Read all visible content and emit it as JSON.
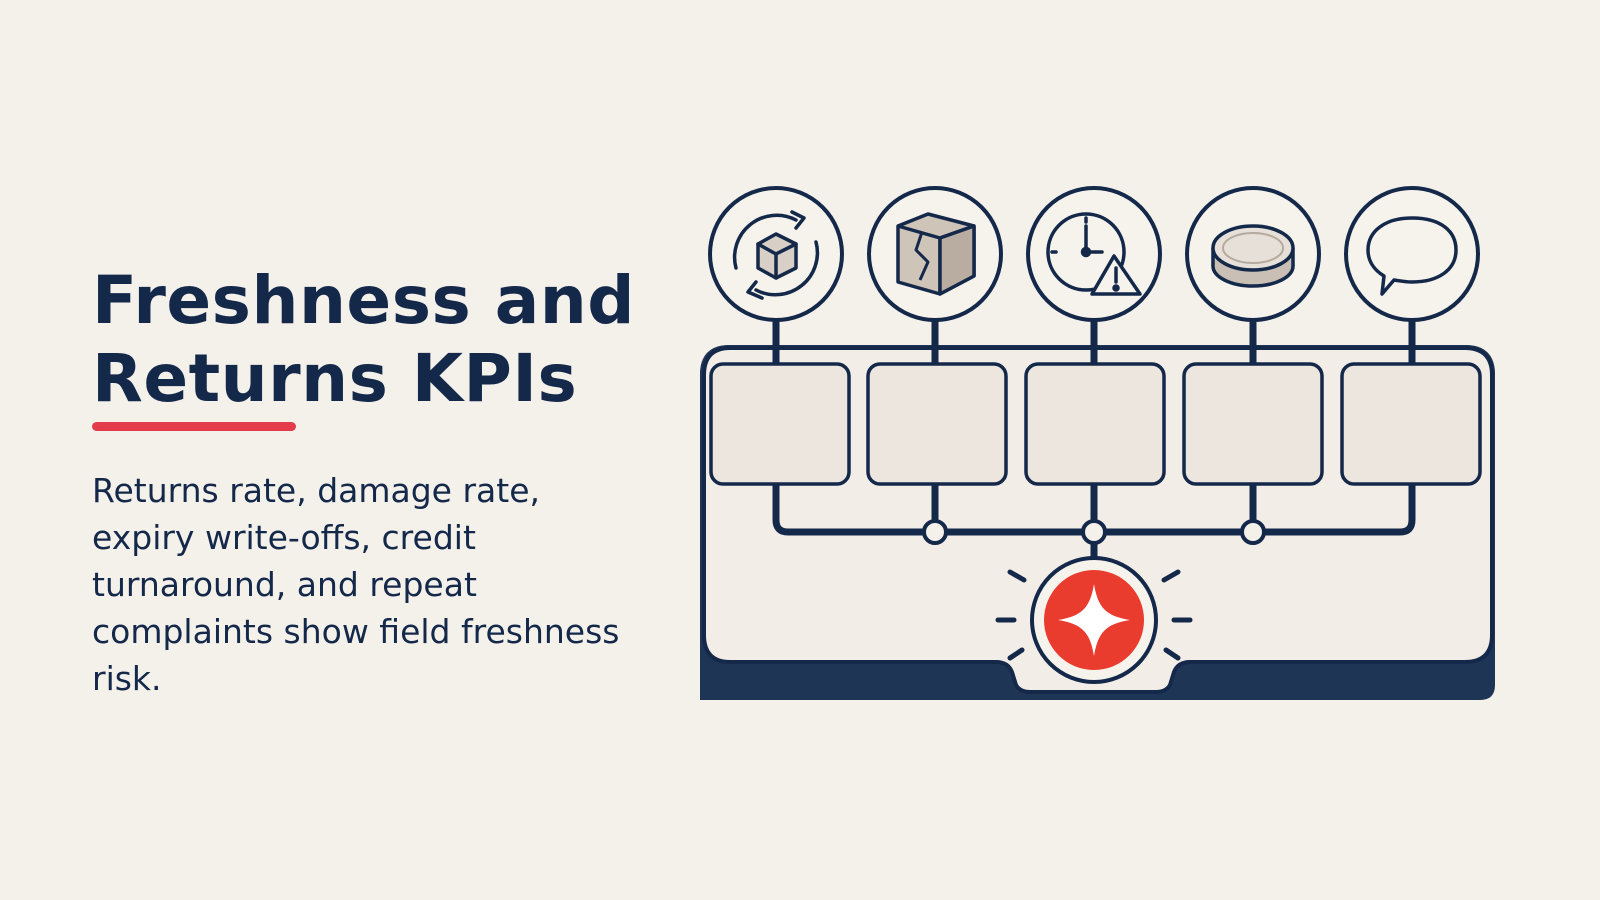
{
  "slide": {
    "title_line1": "Freshness and",
    "title_line2": "Returns KPIs",
    "body": "Returns rate, damage rate, expiry write-offs, credit turnaround, and repeat complaints show field freshness risk."
  },
  "diagram": {
    "icons": [
      {
        "name": "returns-cycle-icon"
      },
      {
        "name": "damaged-box-icon"
      },
      {
        "name": "expiry-clock-warning-icon"
      },
      {
        "name": "credit-coin-icon"
      },
      {
        "name": "complaint-speech-bubble-icon"
      }
    ],
    "alert_icon": "sparkle-alert-icon"
  },
  "colors": {
    "background": "#f4f0ea",
    "navy": "#14284a",
    "accent_red": "#e33b4b",
    "alert_red": "#ea3b2f",
    "card_fill": "#ede6df"
  }
}
